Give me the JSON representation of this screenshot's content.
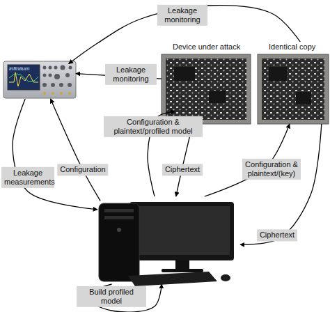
{
  "diagram": {
    "nodes": [
      {
        "text": [
          "infiniium"
        ]
      },
      {
        "text": [
          "Device under attack"
        ]
      },
      {
        "text": [
          "Identical copy"
        ]
      },
      {
        "text": []
      }
    ],
    "edges": [
      {
        "from": 2,
        "to": 0,
        "label": "Leakage monitoring",
        "arrow": "to"
      },
      {
        "from": 1,
        "to": 0,
        "label": "Leakage monitoring",
        "arrow": "to"
      },
      {
        "from": 3,
        "to": 1,
        "label": "Configuration & plaintext/profiled model",
        "arrow": "to"
      },
      {
        "from": 1,
        "to": 3,
        "label": "Ciphertext",
        "arrow": "to"
      },
      {
        "from": 3,
        "to": 2,
        "label": "Configuration & plaintext/(key)",
        "arrow": "to"
      },
      {
        "from": 2,
        "to": 3,
        "label": "Ciphertext",
        "arrow": "to"
      },
      {
        "from": 0,
        "to": 3,
        "label": "Leakage measurements",
        "arrow": "to"
      },
      {
        "from": 3,
        "to": 0,
        "label": "Configuration",
        "arrow": "to"
      },
      {
        "from": 3,
        "to": 3,
        "label": "Build profiled model",
        "arrow": "to"
      }
    ]
  }
}
